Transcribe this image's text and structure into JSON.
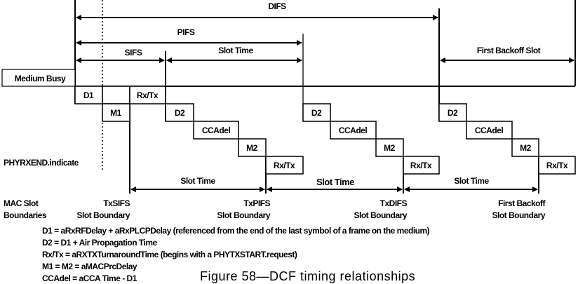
{
  "intervals": {
    "difs": "DIFS",
    "pifs": "PIFS",
    "sifs": "SIFS",
    "slot_time_top": "Slot Time",
    "first_backoff_slot": "First Backoff Slot"
  },
  "medium_busy": "Medium Busy",
  "phyrxend": "PHYRXEND.indicate",
  "first_row": {
    "d1": "D1",
    "m1": "M1",
    "rxtx": "Rx/Tx"
  },
  "stairs": [
    {
      "d2": "D2",
      "ccadel": "CCAdel",
      "m2": "M2",
      "rxtx": "Rx/Tx"
    },
    {
      "d2": "D2",
      "ccadel": "CCAdel",
      "m2": "M2",
      "rxtx": "Rx/Tx"
    },
    {
      "d2": "D2",
      "ccadel": "CCAdel",
      "m2": "M2",
      "rxtx": "Rx/Tx"
    }
  ],
  "slot_time_bottom": [
    "Slot Time",
    "Slot Time",
    "Slot Time"
  ],
  "boundaries": {
    "mac": [
      "MAC Slot",
      "Boundaries"
    ],
    "txsifs": [
      "TxSIFS",
      "Slot Boundary"
    ],
    "txpifs": [
      "TxPIFS",
      "Slot Boundary"
    ],
    "txdifs": [
      "TxDIFS",
      "Slot Boundary"
    ],
    "first_backoff": [
      "First Backoff",
      "Slot Boundary"
    ]
  },
  "legend": [
    "D1 = aRxRFDelay + aRxPLCPDelay (referenced from the end of the last symbol of a frame on the medium)",
    "D2 = D1 + Air Propagation Time",
    "Rx/Tx = aRXTXTurnaroundTime (begins with a PHYTXSTART.request)",
    "M1 = M2 = aMACPrcDelay",
    "CCAdel = aCCA Time - D1"
  ],
  "caption": "Figure 58—DCF timing relationships"
}
